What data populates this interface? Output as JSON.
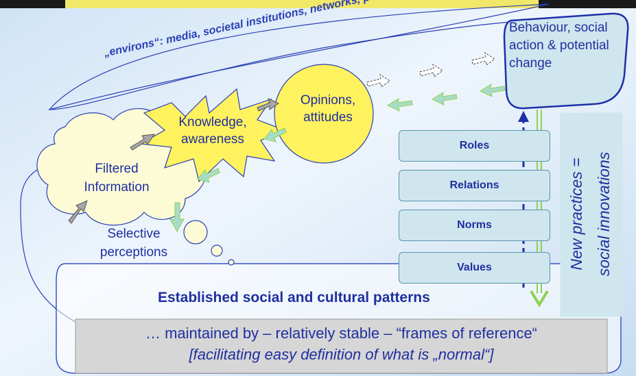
{
  "diagram": {
    "environs_label": "„environs“: media, societal institutions, networks, peer groups ....",
    "nodes": {
      "behaviour": "Behaviour, social action & potential change",
      "opinions": "Opinions, attitudes",
      "knowledge": "Knowledge, awareness",
      "filtered": "Filtered Information",
      "selective": "Selective perceptions"
    },
    "pattern_boxes": [
      "Roles",
      "Relations",
      "Norms",
      "Values"
    ],
    "new_practices": {
      "line1": "New practices =",
      "line2": "social innovations"
    },
    "established_title": "Established social and cultural patterns",
    "frames": {
      "line1": "… maintained by – relatively stable –  “frames of reference“",
      "line2": "[facilitating easy definition of what is „normal“]"
    },
    "colors": {
      "text_blue": "#1f2f9f",
      "bubble_yellow": "#fff25f",
      "cloud_fill": "#fdfbd6",
      "box_fill": "#cfe6ee",
      "arrow_green": "#8fd14f",
      "arrow_gray": "#8c8c8c",
      "gray_band": "#d6d6d6"
    }
  }
}
